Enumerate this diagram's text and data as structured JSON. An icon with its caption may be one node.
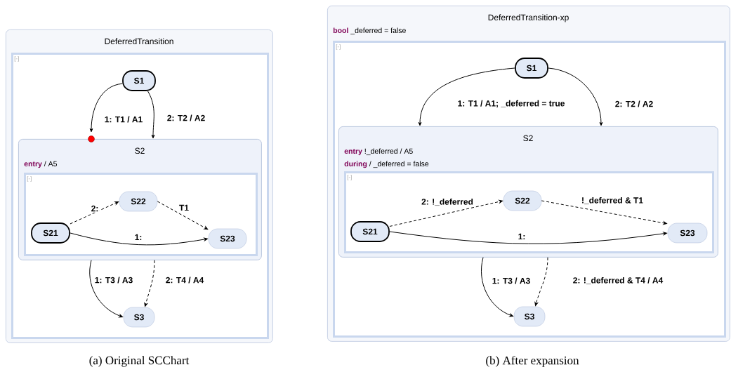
{
  "diagram": {
    "nodes": [
      {
        "text": [
          "DeferredTransition"
        ]
      },
      {
        "text": [
          "[-]"
        ],
        "in": 0
      },
      {
        "text": [
          "S1"
        ],
        "in": 1
      },
      {
        "text": [
          "S2",
          "**entry** / A5"
        ],
        "in": 1
      },
      {
        "text": [
          "[-]"
        ],
        "in": 3
      },
      {
        "text": [
          "S21"
        ],
        "in": 4
      },
      {
        "text": [
          "S22"
        ],
        "in": 4
      },
      {
        "text": [
          "S23"
        ],
        "in": 4
      },
      {
        "text": [
          "S3"
        ],
        "in": 1
      },
      {
        "text": [
          "DeferredTransition-xp",
          "**bool** _deferred = false"
        ]
      },
      {
        "text": [
          "[-]"
        ],
        "in": 9
      },
      {
        "text": [
          "S1"
        ],
        "in": 10
      },
      {
        "text": [
          "S2",
          "**entry** !_deferred / A5",
          "**during** / _deferred = false"
        ],
        "in": 10
      },
      {
        "text": [
          "[-]"
        ],
        "in": 12
      },
      {
        "text": [
          "S21"
        ],
        "in": 13
      },
      {
        "text": [
          "S22"
        ],
        "in": 13
      },
      {
        "text": [
          "S23"
        ],
        "in": 13
      },
      {
        "text": [
          "S3"
        ],
        "in": 10
      }
    ],
    "edges": [
      {
        "from": 2,
        "to": 3,
        "arrow": "to",
        "label": "1: T1 / A1"
      },
      {
        "from": 2,
        "to": 3,
        "arrow": "to",
        "label": "2: T2 / A2"
      },
      {
        "from": 5,
        "to": 6,
        "arrow": "to",
        "label": "2:",
        "style": "dashed"
      },
      {
        "from": 6,
        "to": 7,
        "arrow": "to",
        "label": "T1",
        "style": "dashed"
      },
      {
        "from": 5,
        "to": 7,
        "arrow": "to",
        "label": "1:"
      },
      {
        "from": 3,
        "to": 8,
        "arrow": "to",
        "label": "1: T3 / A3"
      },
      {
        "from": 3,
        "to": 8,
        "arrow": "to",
        "label": "2: T4 / A4",
        "style": "dashed"
      },
      {
        "from": 11,
        "to": 12,
        "arrow": "to",
        "label": "1: T1 / A1; _deferred = true"
      },
      {
        "from": 11,
        "to": 12,
        "arrow": "to",
        "label": "2: T2 / A2"
      },
      {
        "from": 14,
        "to": 15,
        "arrow": "to",
        "label": "2: !_deferred",
        "style": "dashed"
      },
      {
        "from": 15,
        "to": 16,
        "arrow": "to",
        "label": "!_deferred & T1",
        "style": "dashed"
      },
      {
        "from": 14,
        "to": 16,
        "arrow": "to",
        "label": "1:"
      },
      {
        "from": 12,
        "to": 17,
        "arrow": "to",
        "label": "1: T3 / A3"
      },
      {
        "from": 12,
        "to": 17,
        "arrow": "to",
        "label": "2: !_deferred & T4 / A4",
        "style": "dashed"
      }
    ],
    "labels": [
      "(a) Original SCChart",
      "(b) After expansion"
    ]
  }
}
